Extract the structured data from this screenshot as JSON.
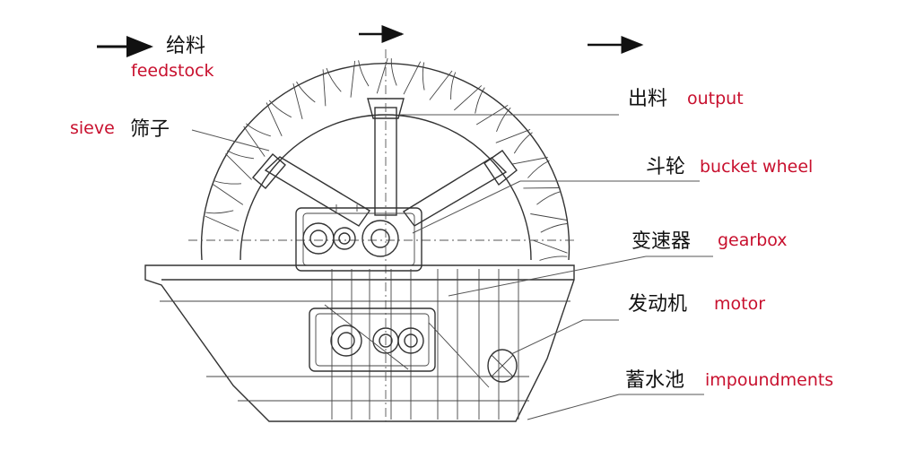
{
  "colors": {
    "english_label": "#c8102e",
    "chinese_label": "#111111",
    "line": "#333333",
    "background": "#ffffff"
  },
  "labels": {
    "feedstock": {
      "zh": "给料",
      "en": "feedstock"
    },
    "sieve": {
      "zh": "筛子",
      "en": "sieve"
    },
    "output": {
      "zh": "出料",
      "en": "output"
    },
    "bucket_wheel": {
      "zh": "斗轮",
      "en": "bucket wheel"
    },
    "gearbox": {
      "zh": "变速器",
      "en": "gearbox"
    },
    "motor": {
      "zh": "发动机",
      "en": "motor"
    },
    "impoundments": {
      "zh": "蓄水池",
      "en": "impoundments"
    }
  },
  "icons": [
    "flow-arrow-icon",
    "rotation-arrow-icon",
    "gear-icon"
  ]
}
